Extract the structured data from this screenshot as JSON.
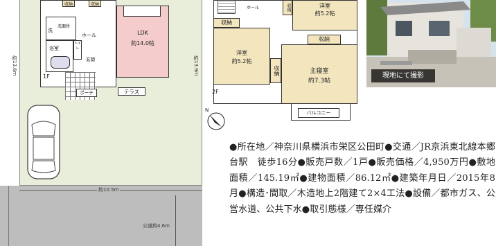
{
  "floor1": {
    "floor_label": "1F",
    "rooms": {
      "storage_a": "収納",
      "storage_b": "収納",
      "wash": "洗",
      "washroom": "洗面所",
      "bath": "浴室",
      "toilet": "トイレ",
      "hall": "ホール",
      "entrance": "玄関",
      "ldk_name": "LDK",
      "ldk_size": "約14.0帖",
      "porch": "ポーチ",
      "terrace": "テラス"
    },
    "dimensions": {
      "left": "約13.6m",
      "right": "約13.9m",
      "frontage": "約10.5m",
      "road": "公道約4.6m"
    }
  },
  "floor2": {
    "floor_label": "2F",
    "rooms": {
      "hall": "ホール",
      "storage_top": "収納",
      "youshitsu_a_name": "洋室",
      "youshitsu_a_size": "約5.2帖",
      "storage_left": "収納",
      "youshitsu_b_name": "洋室",
      "youshitsu_b_size": "約5.2帖",
      "storage_right": "収納",
      "storage_mid": "収納",
      "master_name": "主寝室",
      "master_size": "約7.3帖",
      "balcony": "バルコニー"
    }
  },
  "compass_letter": "N",
  "photo_caption": "現地にて撮影",
  "description": "●所在地／神奈川県横浜市栄区公田町●交通／JR京浜東北線本郷台駅　徒歩16分●販売戸数／1戸●販売価格／4,950万円●敷地面積／145.19㎡●建物面積／86.12㎡●建築年月日／2015年8月●構造･間取／木造地上2階建て2×4工法●設備／都市ガス、公営水道、公共下水●取引態様／専任媒介"
}
